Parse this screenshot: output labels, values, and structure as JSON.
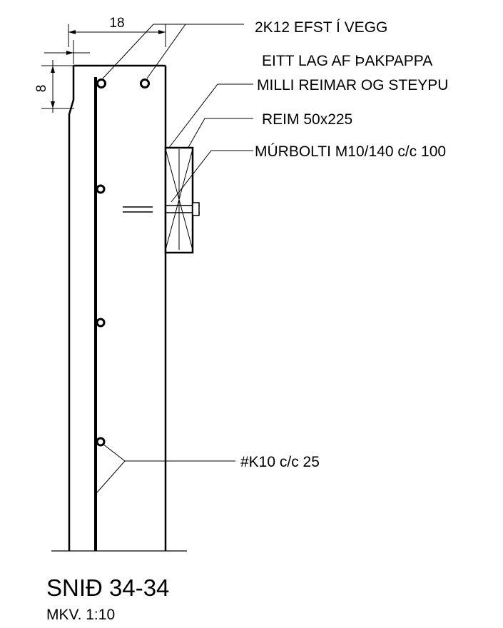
{
  "dimensions": {
    "width_value": "18",
    "height_value": "8"
  },
  "labels": {
    "rebar_top": "2K12 EFST Í VEGG",
    "membrane_line1": "EITT LAG AF ÞAKPAPPA",
    "membrane_line2": "MILLI REIMAR OG STEYPU",
    "timber": "REIM 50x225",
    "bolt": "MÚRBOLTI M10/140 c/c 100",
    "mesh": "#K10 c/c 25"
  },
  "title_block": {
    "title": "SNIÐ 34-34",
    "scale": "MKV. 1:10"
  }
}
